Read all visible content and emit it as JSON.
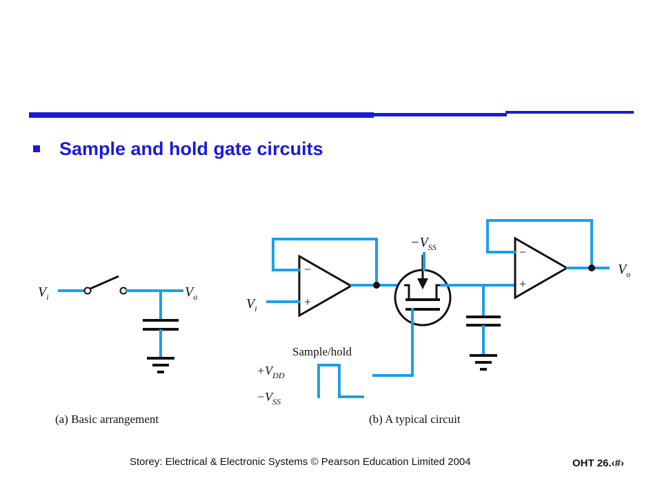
{
  "slide": {
    "title": "Sample and hold gate circuits",
    "footer": "Storey: Electrical & Electronic Systems © Pearson Education Limited 2004",
    "slide_number": "OHT 26.‹#›"
  },
  "diagram": {
    "panel_a": {
      "caption": "(a) Basic arrangement",
      "input_label": "V",
      "input_sub": "i",
      "output_label": "V",
      "output_sub": "o"
    },
    "panel_b": {
      "caption": "(b) A typical circuit",
      "input_label": "V",
      "input_sub": "i",
      "output_label": "V",
      "output_sub": "o",
      "gate_supply": "−V",
      "gate_supply_sub": "SS",
      "control_label": "Sample/hold",
      "high_level": "+V",
      "high_level_sub": "DD",
      "low_level": "−V",
      "low_level_sub": "SS",
      "opamp_minus": "−",
      "opamp_plus": "+"
    }
  },
  "colors": {
    "accent": "#1a1adb",
    "wire": "#1e9fe6",
    "ink": "#111111"
  }
}
